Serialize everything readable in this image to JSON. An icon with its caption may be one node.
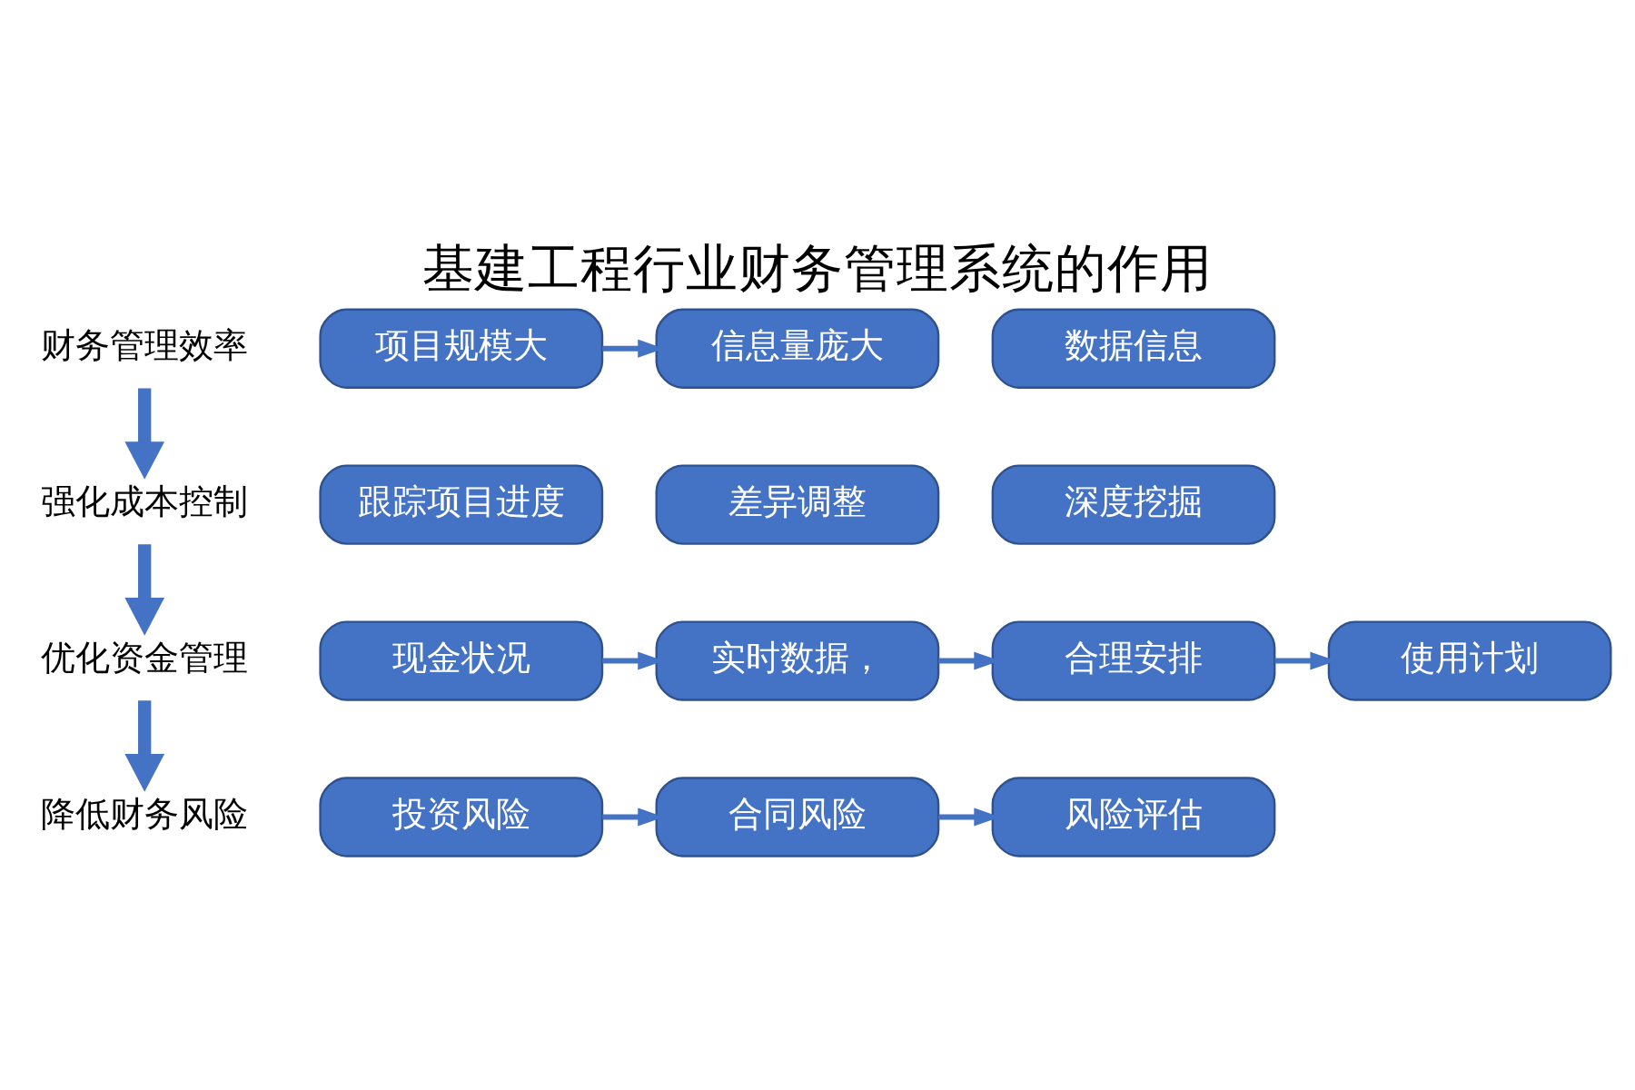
{
  "diagram": {
    "title": "基建工程行业财务管理系统的作用",
    "nodes": [
      {
        "text": [
          "财务管理效率"
        ]
      },
      {
        "text": [
          "项目规模大"
        ]
      },
      {
        "text": [
          "信息量庞大"
        ]
      },
      {
        "text": [
          "数据信息"
        ]
      },
      {
        "text": [
          "强化成本控制"
        ]
      },
      {
        "text": [
          "跟踪项目进度"
        ]
      },
      {
        "text": [
          "差异调整"
        ]
      },
      {
        "text": [
          "深度挖掘"
        ]
      },
      {
        "text": [
          "优化资金管理"
        ]
      },
      {
        "text": [
          "现金状况"
        ]
      },
      {
        "text": [
          "实时数据，"
        ]
      },
      {
        "text": [
          "合理安排"
        ]
      },
      {
        "text": [
          "使用计划"
        ]
      },
      {
        "text": [
          "降低财务风险"
        ]
      },
      {
        "text": [
          "投资风险"
        ]
      },
      {
        "text": [
          "合同风险"
        ]
      },
      {
        "text": [
          "风险评估"
        ]
      }
    ],
    "edges": [
      {
        "from": 0,
        "to": 4,
        "arrow": "to",
        "style": "thick"
      },
      {
        "from": 4,
        "to": 8,
        "arrow": "to",
        "style": "thick"
      },
      {
        "from": 8,
        "to": 13,
        "arrow": "to",
        "style": "thick"
      },
      {
        "from": 1,
        "to": 2,
        "arrow": "to"
      },
      {
        "from": 9,
        "to": 10,
        "arrow": "to"
      },
      {
        "from": 10,
        "to": 11,
        "arrow": "to"
      },
      {
        "from": 11,
        "to": 12,
        "arrow": "to"
      },
      {
        "from": 14,
        "to": 15,
        "arrow": "to"
      },
      {
        "from": 15,
        "to": 16,
        "arrow": "to"
      }
    ]
  }
}
